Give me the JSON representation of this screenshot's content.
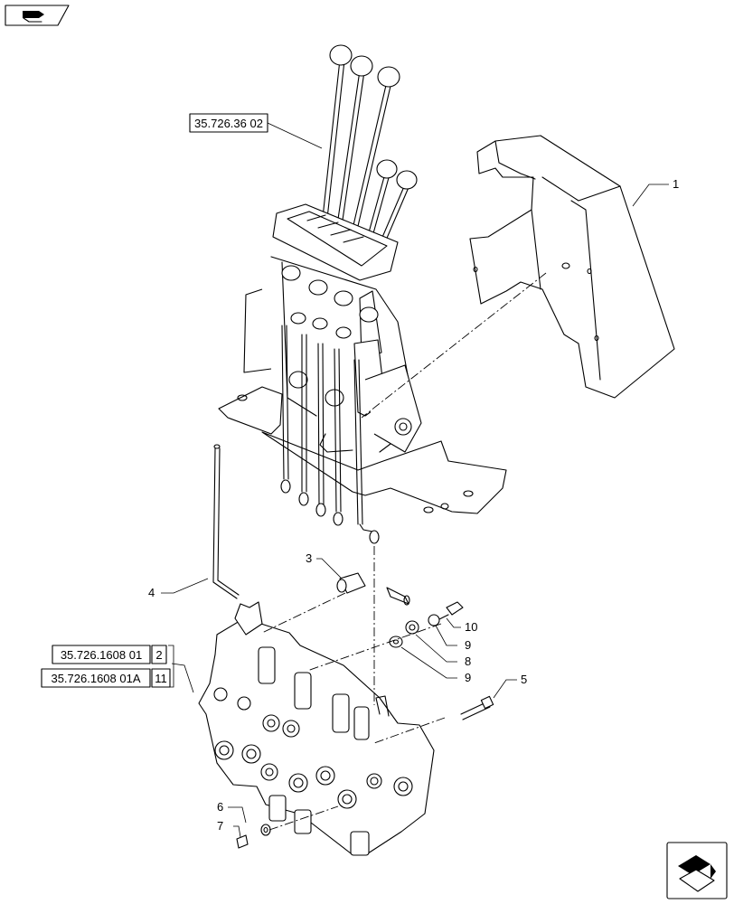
{
  "references": {
    "lever_assembly": "35.726.36 02",
    "valve_ref_a": "35.726.1608 01",
    "valve_ref_a_qty": "2",
    "valve_ref_b": "35.726.1608 01A",
    "valve_ref_b_qty": "11"
  },
  "callouts": {
    "c1": "1",
    "c2": "3",
    "c3": "4",
    "c4": "5",
    "c5": "6",
    "c6": "7",
    "c7": "8",
    "c8": "9",
    "c9": "9",
    "c10": "10"
  },
  "icons": {
    "top_left": "previous-page-icon",
    "bottom_right": "next-page-icon"
  }
}
